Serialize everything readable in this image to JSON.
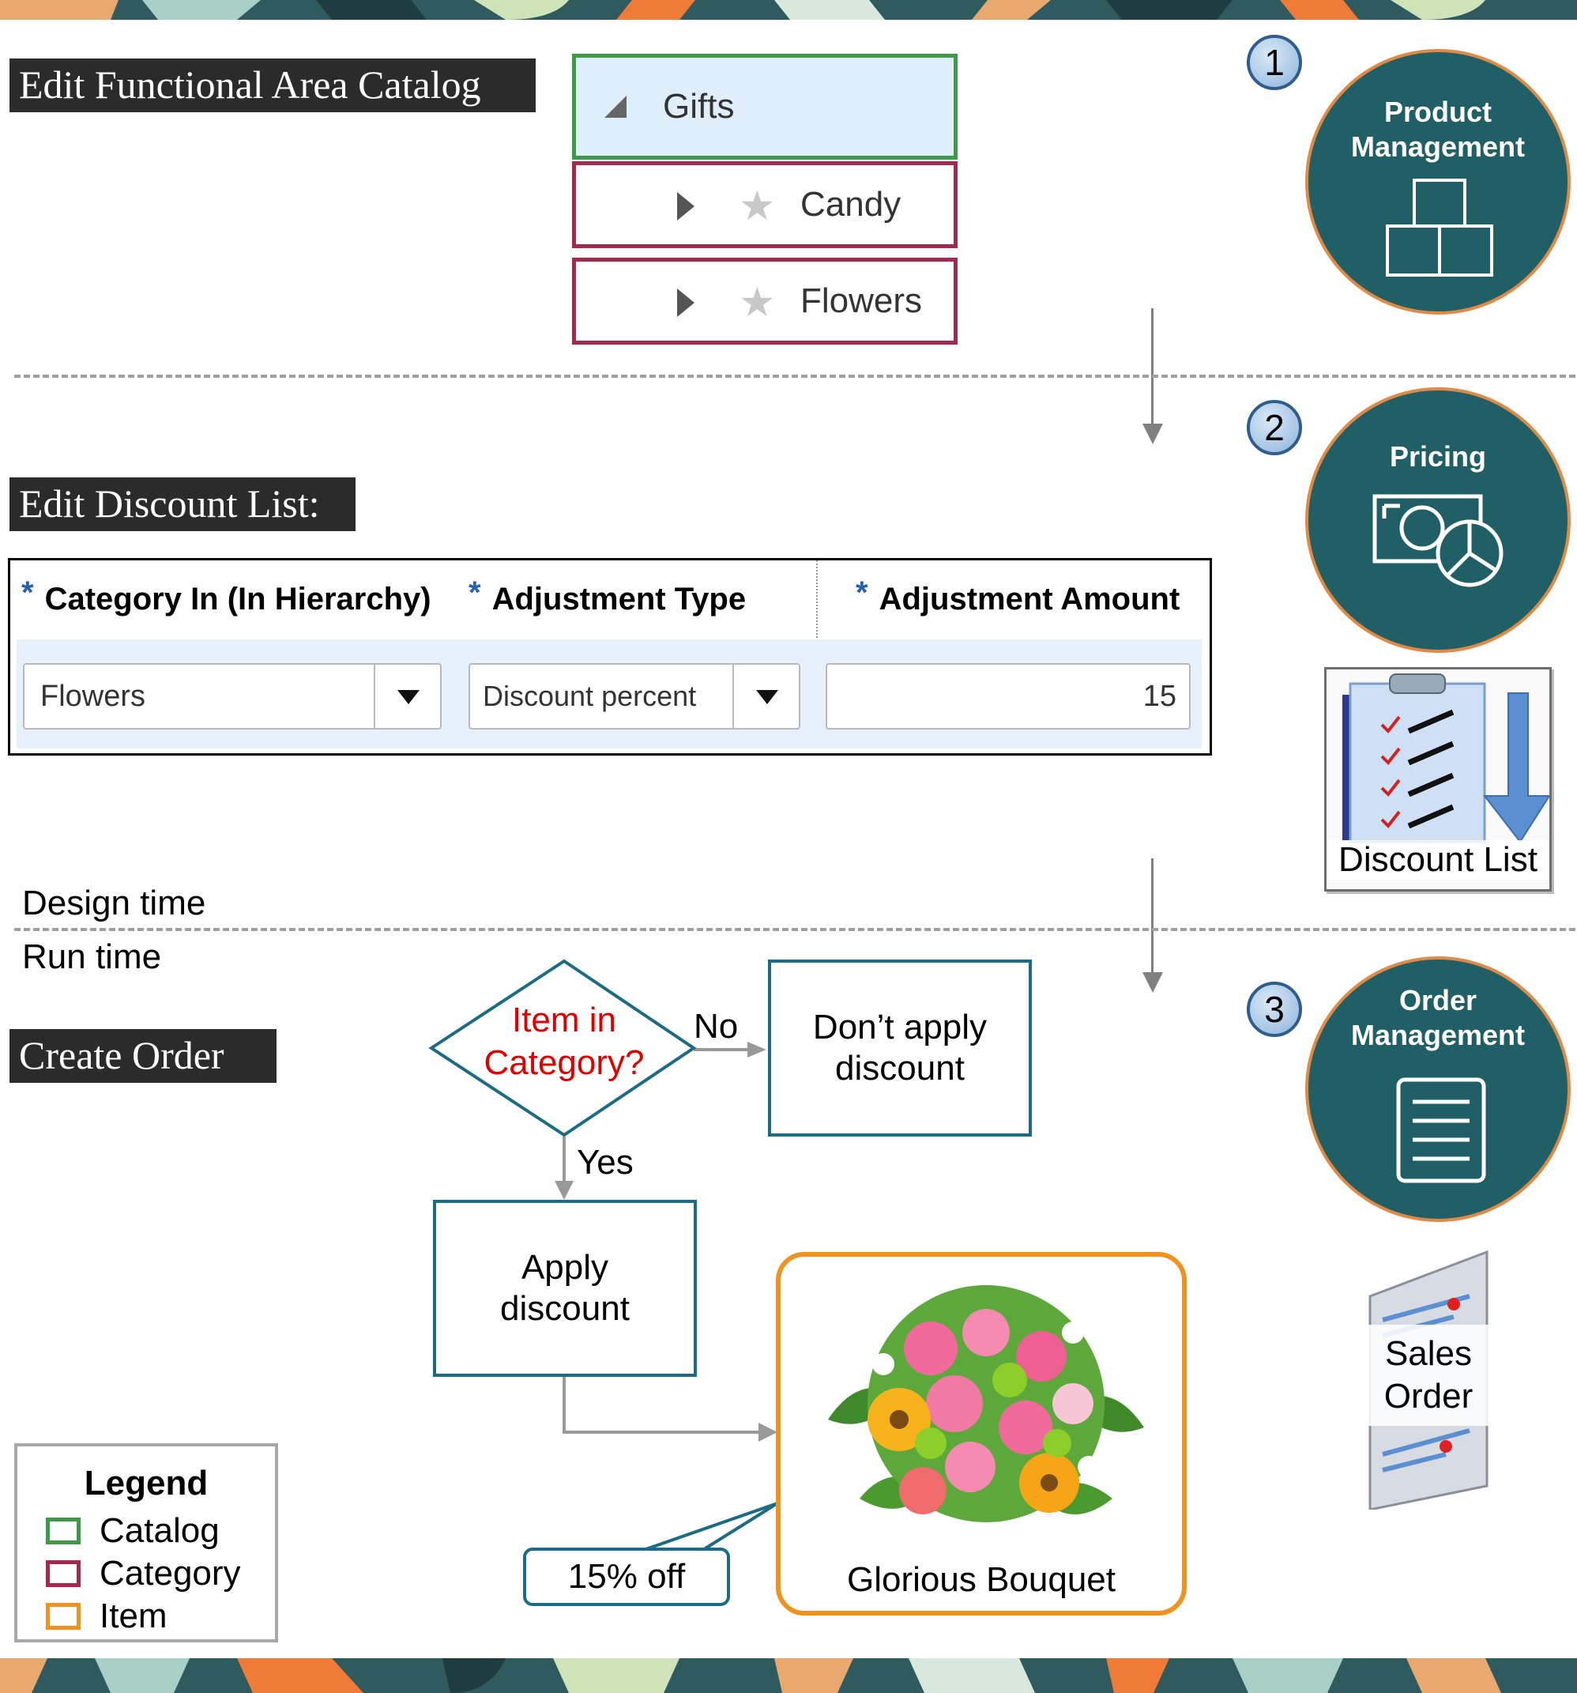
{
  "sections": {
    "catalog_title": "Edit Functional Area Catalog",
    "discount_title": "Edit Discount List:",
    "order_title": "Create Order"
  },
  "catalog_tree": {
    "catalog": "Gifts",
    "categories": [
      "Candy",
      "Flowers"
    ]
  },
  "steps": [
    {
      "number": "1",
      "label_line1": "Product",
      "label_line2": "Management",
      "icon": "boxes-icon"
    },
    {
      "number": "2",
      "label_line1": "Pricing",
      "label_line2": "",
      "icon": "money-chart-icon"
    },
    {
      "number": "3",
      "label_line1": "Order",
      "label_line2": "Management",
      "icon": "document-icon"
    }
  ],
  "discount_table": {
    "required_marker": "*",
    "headers": [
      "Category In (In Hierarchy)",
      "Adjustment Type",
      "Adjustment Amount"
    ],
    "row": {
      "category": "Flowers",
      "adjustment_type": "Discount percent",
      "amount": "15"
    }
  },
  "phases": {
    "design": "Design time",
    "run": "Run time"
  },
  "artifacts": {
    "discount_list": "Discount List",
    "sales_order_line1": "Sales",
    "sales_order_line2": "Order"
  },
  "flowchart": {
    "decision_line1": "Item in",
    "decision_line2": "Category?",
    "no_label": "No",
    "yes_label": "Yes",
    "no_action_line1": "Don’t apply",
    "no_action_line2": "discount",
    "yes_action_line1": "Apply",
    "yes_action_line2": "discount",
    "callout": "15% off",
    "item_name": "Glorious Bouquet"
  },
  "legend": {
    "title": "Legend",
    "entries": [
      {
        "label": "Catalog",
        "color": "#3d9b47"
      },
      {
        "label": "Category",
        "color": "#a3294e"
      },
      {
        "label": "Item",
        "color": "#f0931e"
      }
    ]
  },
  "colors": {
    "teal_circle": "#215f66",
    "orange_ring": "#e08a45",
    "decision_text": "#e00000",
    "flow_border": "#1c6b86"
  }
}
